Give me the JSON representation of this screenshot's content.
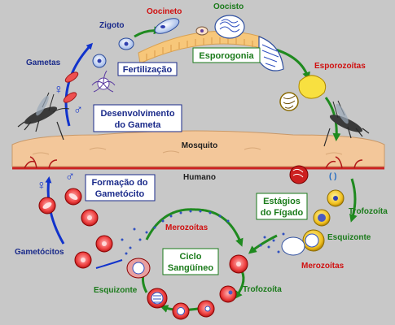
{
  "colors": {
    "background": "#c8c8c8",
    "mosquito_band": "#f3c79a",
    "human_line": "#cc2222",
    "blue_label": "#1a2a8a",
    "green_label": "#1a7a1a",
    "red_label": "#d01010",
    "blue_arrow": "#1133cc",
    "green_arrow": "#1f8a1f"
  },
  "labels": {
    "oocineto": "Oocineto",
    "oocisto": "Oocisto",
    "zigoto": "Zigoto",
    "gametas": "Gametas",
    "fertilizacao": "Fertilização",
    "esporogonia": "Esporogonia",
    "esporozoitas": "Esporozoítas",
    "desenvolvimento_1": "Desenvolvimento",
    "desenvolvimento_2": "do Gameta",
    "mosquito": "Mosquito",
    "humano": "Humano",
    "formacao_1": "Formação do",
    "formacao_2": "Gametócito",
    "estagios_1": "Estágios",
    "estagios_2": "do Fígado",
    "trofozoita_top": "Trofozoíta",
    "esquizonte_right": "Esquizonte",
    "merozoitas_right": "Merozoítas",
    "merozoitas_center": "Merozoítas",
    "ciclo_1": "Ciclo",
    "ciclo_2": "Sangüíneo",
    "gametocitos": "Gametócitos",
    "esquizonte_left": "Esquizonte",
    "trofozoita_bottom": "Trofozoíta",
    "female": "♀",
    "male": "♂"
  }
}
